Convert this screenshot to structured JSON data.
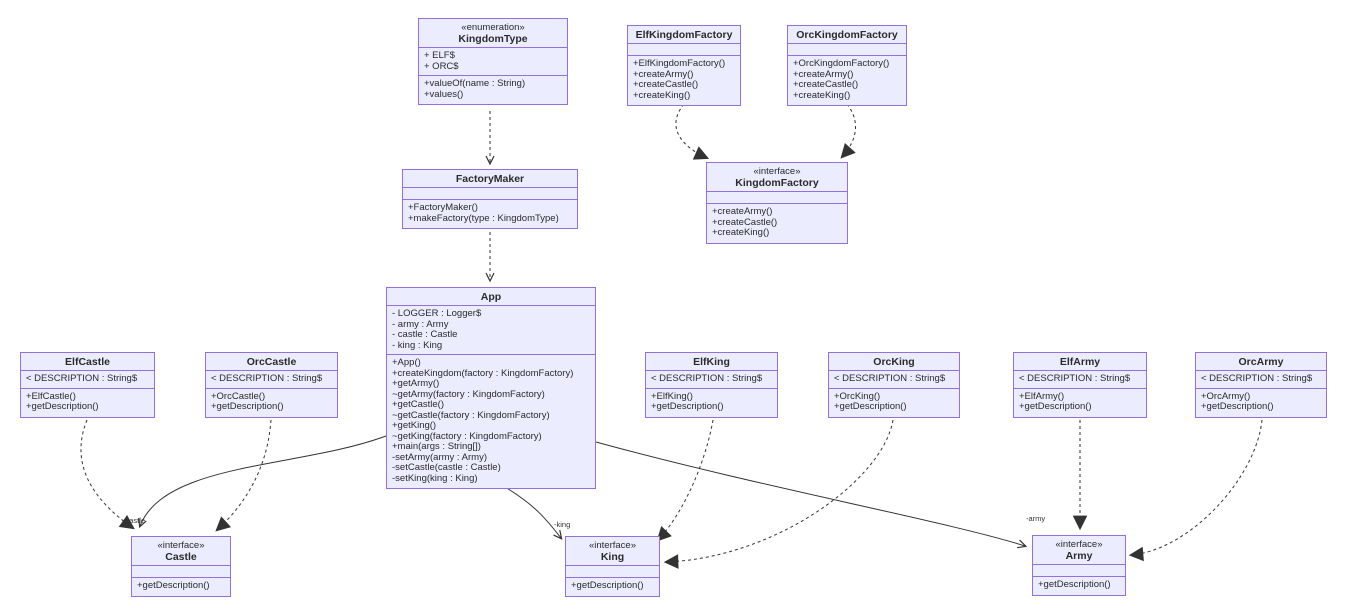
{
  "colors": {
    "node_fill": "#ECECFF",
    "node_border": "#9370DB",
    "edge_color": "#333333",
    "background": "#ffffff"
  },
  "classes": {
    "kingdom_type": {
      "stereotype": "«enumeration»",
      "name": "KingdomType",
      "attributes": [
        "+ ELF$",
        "+ ORC$"
      ],
      "methods": [
        "+valueOf(name : String)",
        "+values()"
      ]
    },
    "elf_kingdom_factory": {
      "name": "ElfKingdomFactory",
      "attributes": [],
      "methods": [
        "+ElfKingdomFactory()",
        "+createArmy()",
        "+createCastle()",
        "+createKing()"
      ]
    },
    "orc_kingdom_factory": {
      "name": "OrcKingdomFactory",
      "attributes": [],
      "methods": [
        "+OrcKingdomFactory()",
        "+createArmy()",
        "+createCastle()",
        "+createKing()"
      ]
    },
    "factory_maker": {
      "name": "FactoryMaker",
      "attributes": [],
      "methods": [
        "+FactoryMaker()",
        "+makeFactory(type : KingdomType)"
      ]
    },
    "kingdom_factory": {
      "stereotype": "«interface»",
      "name": "KingdomFactory",
      "attributes": [],
      "methods": [
        "+createArmy()",
        "+createCastle()",
        "+createKing()"
      ]
    },
    "app": {
      "name": "App",
      "attributes": [
        "- LOGGER : Logger$",
        "- army : Army",
        "- castle : Castle",
        "- king : King"
      ],
      "methods": [
        "+App()",
        "+createKingdom(factory : KingdomFactory)",
        "+getArmy()",
        "~getArmy(factory : KingdomFactory)",
        "+getCastle()",
        "~getCastle(factory : KingdomFactory)",
        "+getKing()",
        "~getKing(factory : KingdomFactory)",
        "+main(args : String[])",
        "-setArmy(army : Army)",
        "-setCastle(castle : Castle)",
        "-setKing(king : King)"
      ]
    },
    "elf_castle": {
      "name": "ElfCastle",
      "attributes": [
        "< DESCRIPTION : String$"
      ],
      "methods": [
        "+ElfCastle()",
        "+getDescription()"
      ]
    },
    "orc_castle": {
      "name": "OrcCastle",
      "attributes": [
        "< DESCRIPTION : String$"
      ],
      "methods": [
        "+OrcCastle()",
        "+getDescription()"
      ]
    },
    "elf_king": {
      "name": "ElfKing",
      "attributes": [
        "< DESCRIPTION : String$"
      ],
      "methods": [
        "+ElfKing()",
        "+getDescription()"
      ]
    },
    "orc_king": {
      "name": "OrcKing",
      "attributes": [
        "< DESCRIPTION : String$"
      ],
      "methods": [
        "+OrcKing()",
        "+getDescription()"
      ]
    },
    "elf_army": {
      "name": "ElfArmy",
      "attributes": [
        "< DESCRIPTION : String$"
      ],
      "methods": [
        "+ElfArmy()",
        "+getDescription()"
      ]
    },
    "orc_army": {
      "name": "OrcArmy",
      "attributes": [
        "< DESCRIPTION : String$"
      ],
      "methods": [
        "+OrcArmy()",
        "+getDescription()"
      ]
    },
    "castle_interface": {
      "stereotype": "«interface»",
      "name": "Castle",
      "attributes": [],
      "methods": [
        "+getDescription()"
      ]
    },
    "king_interface": {
      "stereotype": "«interface»",
      "name": "King",
      "attributes": [],
      "methods": [
        "+getDescription()"
      ]
    },
    "army_interface": {
      "stereotype": "«interface»",
      "name": "Army",
      "attributes": [],
      "methods": [
        "+getDescription()"
      ]
    }
  },
  "edge_labels": {
    "castle": "-castle",
    "king": "-king",
    "army": "-army"
  }
}
